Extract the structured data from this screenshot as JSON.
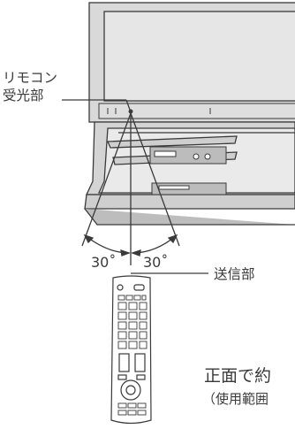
{
  "labels": {
    "remote_sensor_line1": "リモコン",
    "remote_sensor_line2": "受光部",
    "transmitter": "送信部",
    "angle_left": "30˚",
    "angle_right": "30˚",
    "front_text": "正面で約",
    "range_text": "（使用範囲"
  },
  "colors": {
    "line": "#3a3a3a",
    "tv_gray": "#d9d9d9",
    "screen": "#e6e6e6",
    "stand": "#d4d4d4"
  }
}
